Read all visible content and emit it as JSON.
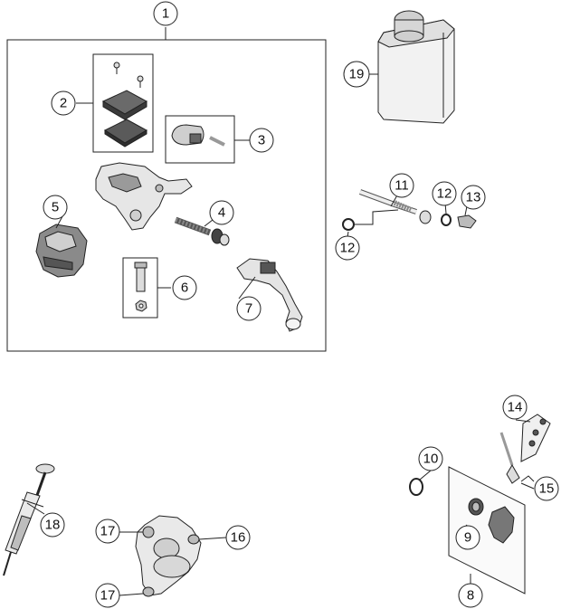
{
  "callouts": {
    "c1": "1",
    "c2": "2",
    "c3": "3",
    "c4": "4",
    "c5": "5",
    "c6": "6",
    "c7": "7",
    "c8": "8",
    "c9": "9",
    "c10": "10",
    "c11": "11",
    "c12a": "12",
    "c12b": "12",
    "c13": "13",
    "c14": "14",
    "c15": "15",
    "c16": "16",
    "c17a": "17",
    "c17b": "17",
    "c18": "18",
    "c19": "19"
  },
  "colors": {
    "line": "#222222",
    "part_fill": "#eeeeee",
    "part_dark": "#555555"
  }
}
